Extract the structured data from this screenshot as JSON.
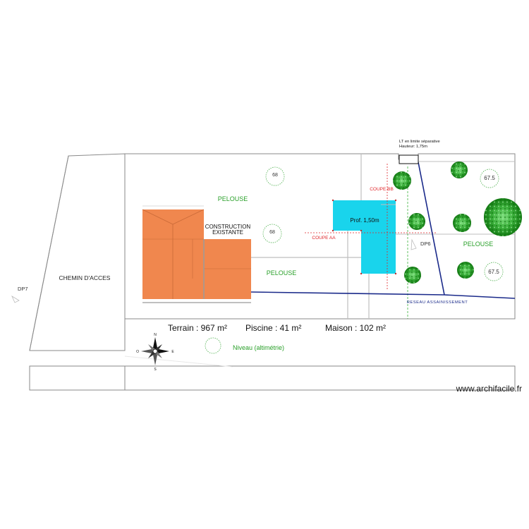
{
  "labels": {
    "chemin": "CHEMIN D'ACCES",
    "dp7": "DP7",
    "dp6": "DP6",
    "pelouse_top": "PELOUSE",
    "pelouse_mid": "PELOUSE",
    "pelouse_right": "PELOUSE",
    "construction_line1": "CONSTRUCTION",
    "construction_line2": "EXISTANTE",
    "pool_depth": "Prof. 1,50m",
    "coupe_bb": "COUPE BB",
    "coupe_aa": "COUPE AA",
    "reseau": "RESEAU ASSAINISSEMENT",
    "lt_line1": "LT en limite séparative",
    "lt_line2": "Hauteur: 1,75m",
    "niveau_legend": "Niveau (altimétrie)",
    "watermark": "www.archifacile.fr"
  },
  "levels": {
    "l1": "68",
    "l2": "68",
    "l3": "67.5",
    "l4": "67.5"
  },
  "summary": {
    "terrain": "Terrain : 967 m²",
    "piscine": "Piscine : 41 m²",
    "maison": "Maison : 102 m²"
  },
  "compass": {
    "n": "N",
    "e": "E",
    "s": "S",
    "o": "O"
  },
  "colors": {
    "house": "#f0874e",
    "pool": "#19d4ec",
    "lawn_text": "#2aa02a",
    "section_text": "#e0262a",
    "network": "#1a2a8a",
    "tree_dark": "#1e8c1e",
    "tree_light": "#6fdc6f"
  },
  "icons": [
    "compass-rose-icon",
    "level-marker-icon",
    "tree-icon"
  ]
}
